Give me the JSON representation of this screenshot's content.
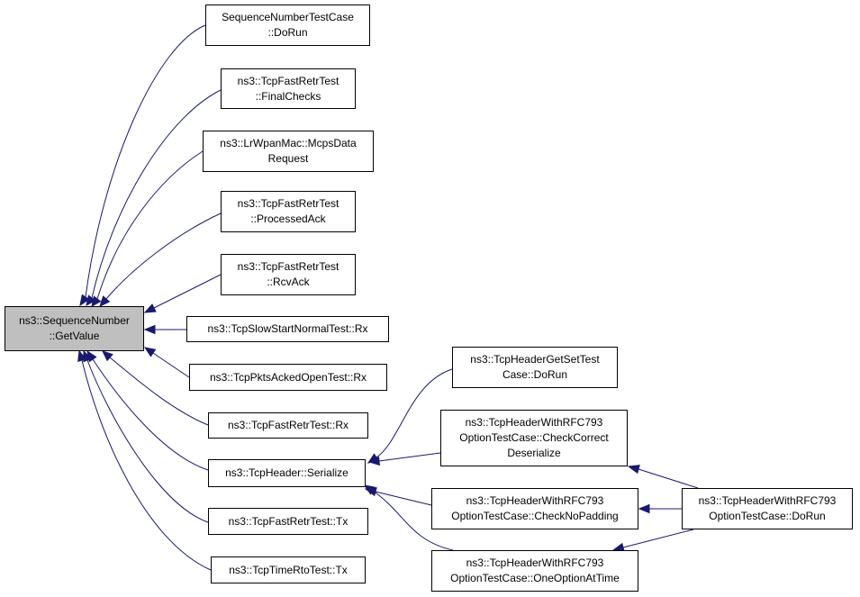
{
  "colors": {
    "edge": "#191970",
    "node_border": "#000000",
    "node_fill": "#ffffff",
    "root_fill": "#bfbfbf"
  },
  "nodes": {
    "root": {
      "lines": [
        "ns3::SequenceNumber",
        "::GetValue"
      ]
    },
    "seq_dorun": {
      "lines": [
        "SequenceNumberTestCase",
        "::DoRun"
      ]
    },
    "fastretr_finalchecks": {
      "lines": [
        "ns3::TcpFastRetrTest",
        "::FinalChecks"
      ]
    },
    "lrwpan_mcps": {
      "lines": [
        "ns3::LrWpanMac::McpsData",
        "Request"
      ]
    },
    "fastretr_processedack": {
      "lines": [
        "ns3::TcpFastRetrTest",
        "::ProcessedAck"
      ]
    },
    "fastretr_rcvack": {
      "lines": [
        "ns3::TcpFastRetrTest",
        "::RcvAck"
      ]
    },
    "slowstart_rx": {
      "lines": [
        "ns3::TcpSlowStartNormalTest::Rx"
      ]
    },
    "pktsacked_rx": {
      "lines": [
        "ns3::TcpPktsAckedOpenTest::Rx"
      ]
    },
    "fastretr_rx": {
      "lines": [
        "ns3::TcpFastRetrTest::Rx"
      ]
    },
    "tcpheader_serialize": {
      "lines": [
        "ns3::TcpHeader::Serialize"
      ]
    },
    "fastretr_tx": {
      "lines": [
        "ns3::TcpFastRetrTest::Tx"
      ]
    },
    "timerto_tx": {
      "lines": [
        "ns3::TcpTimeRtoTest::Tx"
      ]
    },
    "getset_dorun": {
      "lines": [
        "ns3::TcpHeaderGetSetTest",
        "Case::DoRun"
      ]
    },
    "rfc_checkcorrect": {
      "lines": [
        "ns3::TcpHeaderWithRFC793",
        "OptionTestCase::CheckCorrect",
        "Deserialize"
      ]
    },
    "rfc_checknopadding": {
      "lines": [
        "ns3::TcpHeaderWithRFC793",
        "OptionTestCase::CheckNoPadding"
      ]
    },
    "rfc_oneoption": {
      "lines": [
        "ns3::TcpHeaderWithRFC793",
        "OptionTestCase::OneOptionAtTime"
      ]
    },
    "rfc_dorun": {
      "lines": [
        "ns3::TcpHeaderWithRFC793",
        "OptionTestCase::DoRun"
      ]
    }
  },
  "edges": [
    {
      "from": "seq_dorun",
      "to": "root"
    },
    {
      "from": "fastretr_finalchecks",
      "to": "root"
    },
    {
      "from": "lrwpan_mcps",
      "to": "root"
    },
    {
      "from": "fastretr_processedack",
      "to": "root"
    },
    {
      "from": "fastretr_rcvack",
      "to": "root"
    },
    {
      "from": "slowstart_rx",
      "to": "root"
    },
    {
      "from": "pktsacked_rx",
      "to": "root"
    },
    {
      "from": "fastretr_rx",
      "to": "root"
    },
    {
      "from": "tcpheader_serialize",
      "to": "root"
    },
    {
      "from": "fastretr_tx",
      "to": "root"
    },
    {
      "from": "timerto_tx",
      "to": "root"
    },
    {
      "from": "getset_dorun",
      "to": "tcpheader_serialize"
    },
    {
      "from": "rfc_checkcorrect",
      "to": "tcpheader_serialize"
    },
    {
      "from": "rfc_checknopadding",
      "to": "tcpheader_serialize"
    },
    {
      "from": "rfc_oneoption",
      "to": "tcpheader_serialize"
    },
    {
      "from": "rfc_dorun",
      "to": "rfc_checkcorrect"
    },
    {
      "from": "rfc_dorun",
      "to": "rfc_checknopadding"
    },
    {
      "from": "rfc_dorun",
      "to": "rfc_oneoption"
    }
  ]
}
